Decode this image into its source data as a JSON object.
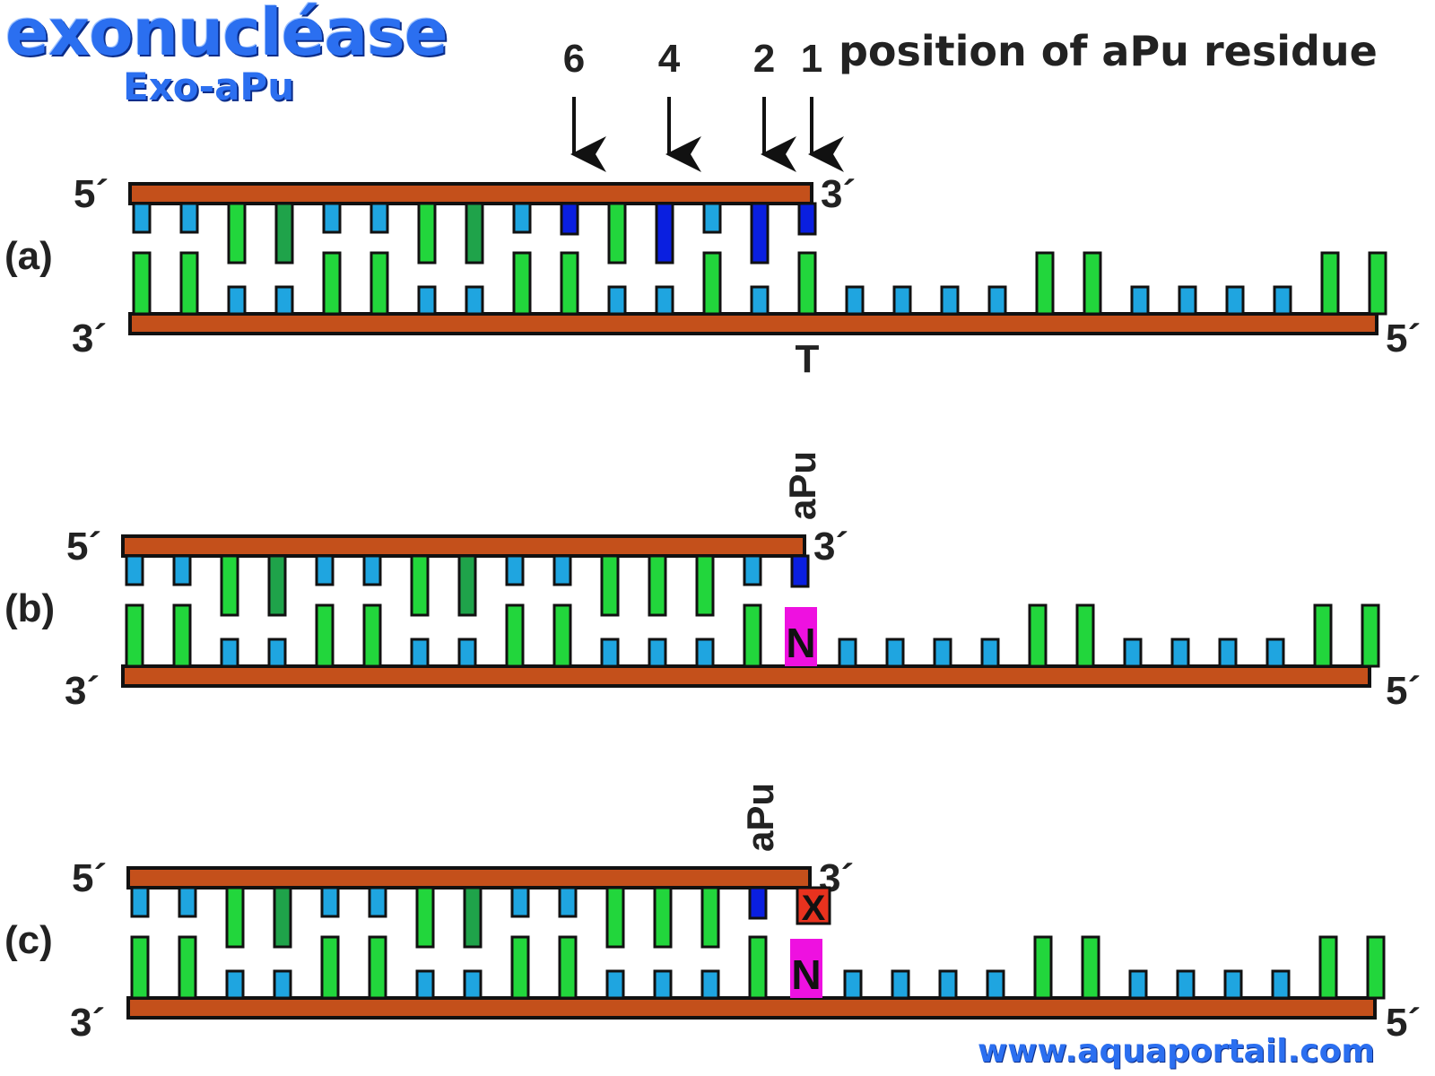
{
  "title": "exonucléase",
  "subtitle": "Exo-aPu",
  "legend": "position of aPu residue",
  "footer": "www.aquaportail.com",
  "positions": [
    "6",
    "4",
    "2",
    "1"
  ],
  "end_labels": {
    "five": "5´",
    "three": "3´"
  },
  "colors": {
    "backbone": "#c4501b",
    "purine": "#22d63c",
    "purine_dark": "#1fa34a",
    "pyrimidine": "#1fa5e0",
    "apu": "#0a1fe0",
    "mismatch_n": "#ee11e0",
    "excised_x": "#e8321e"
  },
  "panels": [
    {
      "id": "a",
      "label": "(a)",
      "top_strand": [
        "C",
        "C",
        "G",
        "G",
        "C",
        "C",
        "G",
        "G",
        "C",
        "aPu",
        "G",
        "aPu",
        "C",
        "aPu",
        "aPu"
      ],
      "dark_bases": [
        3,
        7
      ],
      "bottom_strand": [
        "G",
        "G",
        "C",
        "C",
        "G",
        "G",
        "C",
        "C",
        "G",
        "G",
        "C",
        "C",
        "G",
        "C",
        "G",
        "C",
        "C",
        "C",
        "C",
        "G",
        "G",
        "C",
        "C",
        "C",
        "C",
        "G",
        "G"
      ],
      "bottom_label": "T",
      "vertical_label": "",
      "x_mark": false,
      "n_mark": false
    },
    {
      "id": "b",
      "label": "(b)",
      "top_strand": [
        "C",
        "C",
        "G",
        "G",
        "C",
        "C",
        "G",
        "G",
        "C",
        "C",
        "G",
        "G",
        "G",
        "C",
        "aPu"
      ],
      "dark_bases": [
        3,
        7
      ],
      "bottom_strand": [
        "G",
        "G",
        "C",
        "C",
        "G",
        "G",
        "C",
        "C",
        "G",
        "G",
        "C",
        "C",
        "C",
        "G",
        "N",
        "C",
        "C",
        "C",
        "C",
        "G",
        "G",
        "C",
        "C",
        "C",
        "C",
        "G",
        "G"
      ],
      "bottom_label": "",
      "vertical_label": "aPu",
      "vertical_index": 14,
      "x_mark": false,
      "n_mark": true,
      "n_text": "N"
    },
    {
      "id": "c",
      "label": "(c)",
      "top_strand": [
        "C",
        "C",
        "G",
        "G",
        "C",
        "C",
        "G",
        "G",
        "C",
        "C",
        "G",
        "G",
        "G",
        "aPu",
        "X"
      ],
      "dark_bases": [
        3,
        7
      ],
      "bottom_strand": [
        "G",
        "G",
        "C",
        "C",
        "G",
        "G",
        "C",
        "C",
        "G",
        "G",
        "C",
        "C",
        "C",
        "G",
        "N",
        "C",
        "C",
        "C",
        "C",
        "G",
        "G",
        "C",
        "C",
        "C",
        "C",
        "G",
        "G"
      ],
      "bottom_label": "",
      "vertical_label": "aPu",
      "vertical_index": 13,
      "x_mark": true,
      "x_text": "X",
      "n_mark": true,
      "n_text": "N"
    }
  ]
}
